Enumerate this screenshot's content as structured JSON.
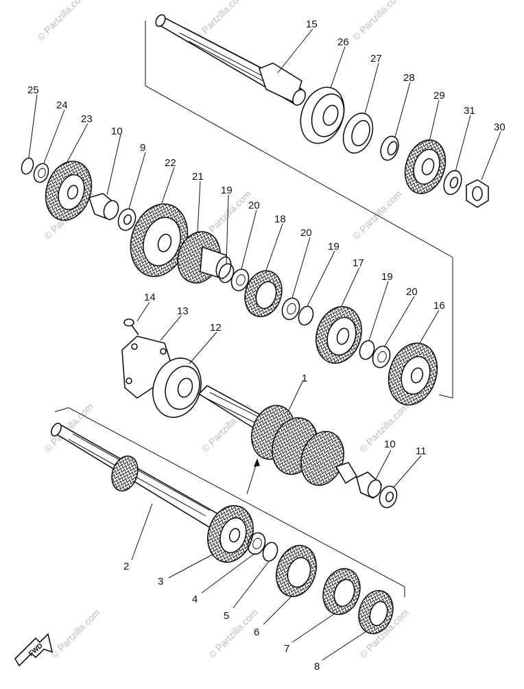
{
  "watermark": "© Partzilla.com",
  "fwd_label": "FWD",
  "callouts": [
    "1",
    "2",
    "3",
    "4",
    "5",
    "6",
    "7",
    "8",
    "9",
    "10",
    "10",
    "11",
    "12",
    "13",
    "14",
    "15",
    "16",
    "17",
    "18",
    "19",
    "19",
    "19",
    "20",
    "20",
    "20",
    "21",
    "22",
    "23",
    "24",
    "25",
    "26",
    "27",
    "28",
    "29",
    "30",
    "31"
  ]
}
